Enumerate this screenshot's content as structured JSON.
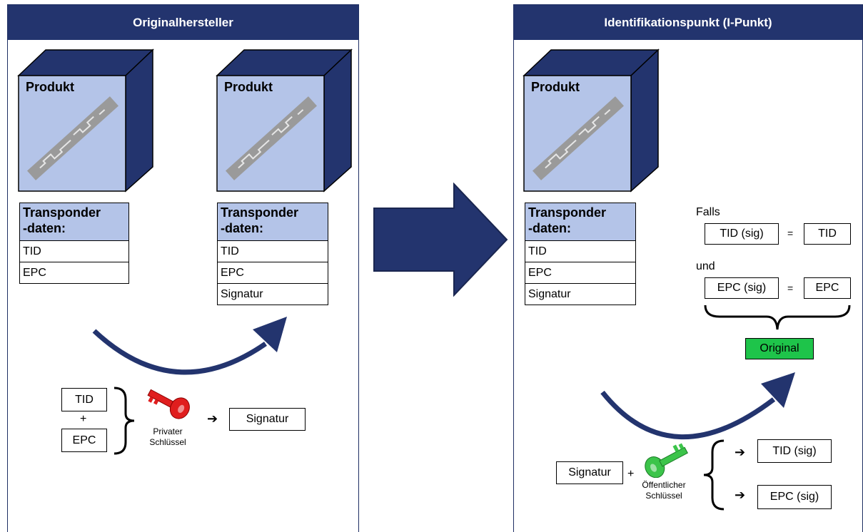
{
  "left_panel": {
    "title": "Originalhersteller",
    "product1": {
      "label": "Produkt"
    },
    "product2": {
      "label": "Produkt"
    },
    "table1": {
      "header": "Transponder\n-daten:",
      "rows": [
        "TID",
        "EPC"
      ]
    },
    "table2": {
      "header": "Transponder\n-daten:",
      "rows": [
        "TID",
        "EPC",
        "Signatur"
      ]
    },
    "input_tid": "TID",
    "plus": "+",
    "input_epc": "EPC",
    "key_label": "Privater\nSchlüssel",
    "arrow_symbol": "➔",
    "output": "Signatur"
  },
  "right_panel": {
    "title": "Identifikationspunkt (I-Punkt)",
    "product": {
      "label": "Produkt"
    },
    "table": {
      "header": "Transponder\n-daten:",
      "rows": [
        "TID",
        "EPC",
        "Signatur"
      ]
    },
    "falls": "Falls",
    "cond1_left": "TID (sig)",
    "cond1_eq": "=",
    "cond1_right": "TID",
    "und": "und",
    "cond2_left": "EPC (sig)",
    "cond2_eq": "=",
    "cond2_right": "EPC",
    "result": "Original",
    "input_sig": "Signatur",
    "plus": "+",
    "key_label": "Öffentlicher\nSchlüssel",
    "arrow1": "➔",
    "out1": "TID (sig)",
    "arrow2": "➔",
    "out2": "EPC (sig)"
  },
  "colors": {
    "header_bg": "#23346e",
    "cube_front": "#b4c4e8",
    "cube_dark": "#23346e",
    "private_key": "#e01e1e",
    "public_key": "#3cc44a",
    "original_bg": "#1ec44a"
  }
}
